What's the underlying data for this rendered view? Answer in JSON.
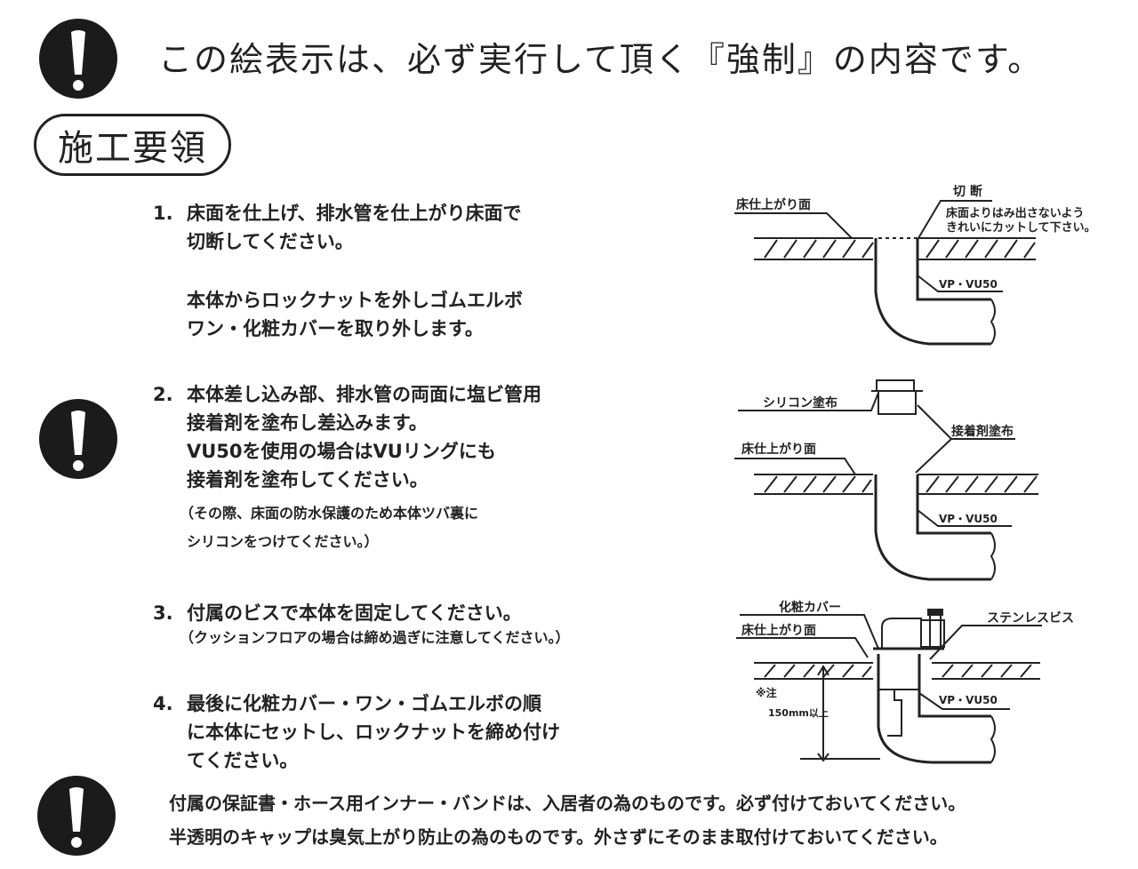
{
  "header": {
    "icon": "exclamation-circle-icon",
    "text": "この絵表示は、必ず実行して頂く『強制』の内容です。"
  },
  "section": {
    "title": "施工要領"
  },
  "steps": [
    {
      "number": "1.",
      "lines": [
        "床面を仕上げ、排水管を仕上がり床面で",
        "切断してください。"
      ],
      "sub_lines": [
        "本体からロックナットを外しゴムエルボ",
        "ワン・化粧カバーを取り外します。"
      ]
    },
    {
      "number": "2.",
      "lines": [
        "本体差し込み部、排水管の両面に塩ビ管用",
        "接着剤を塗布し差込みます。"
      ],
      "sub_lines": [
        "VU50を使用の場合はVUリングにも",
        "接着剤を塗布してください。"
      ],
      "notes": [
        "（その際、床面の防水保護のため本体ツバ裏に",
        "シリコンをつけてください。）"
      ]
    },
    {
      "number": "3.",
      "lines": [
        "付属のビスで本体を固定してください。"
      ],
      "notes": [
        "（クッションフロアの場合は締め過ぎに注意してください。）"
      ]
    },
    {
      "number": "4.",
      "lines": [
        "最後に化粧カバー・ワン・ゴムエルボの順",
        "に本体にセットし、ロックナットを締め付け",
        "てください。"
      ]
    }
  ],
  "diagrams": [
    {
      "labels": {
        "floor": "床仕上がり面",
        "cut": "切 断",
        "cut_note_1": "床面よりはみ出さないよう",
        "cut_note_2": "きれいにカットして下さい。",
        "pipe": "VP・VU50"
      }
    },
    {
      "labels": {
        "silicone": "シリコン塗布",
        "adhesive": "接着剤塗布",
        "floor": "床仕上がり面",
        "pipe": "VP・VU50"
      }
    },
    {
      "labels": {
        "cover": "化粧カバー",
        "floor": "床仕上がり面",
        "screw": "ステンレスビス",
        "note_mark": "※注",
        "clearance": "150mm以上",
        "pipe": "VP・VU50"
      }
    }
  ],
  "side_icons": [
    "exclamation-circle-icon",
    "exclamation-circle-icon"
  ],
  "footer": {
    "lines": [
      "付属の保証書・ホース用インナー・バンドは、入居者の為のものです。必ず付けておいてください。",
      "半透明のキャップは臭気上がり防止の為のものです。外さずにそのまま取付けておいてください。"
    ]
  }
}
